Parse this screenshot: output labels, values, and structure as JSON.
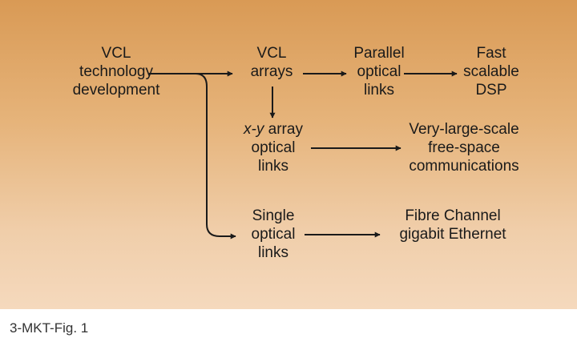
{
  "diagram": {
    "nodes": {
      "vcl_tech": [
        "VCL",
        "technology",
        "development"
      ],
      "vcl_arrays": [
        "VCL",
        "arrays"
      ],
      "parallel_links": [
        "Parallel",
        "optical",
        "links"
      ],
      "fast_dsp": [
        "Fast",
        "scalable",
        "DSP"
      ],
      "xy_array": {
        "variable": "x-y",
        "line1_rest": " array",
        "line2": "optical",
        "line3": "links"
      },
      "free_space": [
        "Very-large-scale",
        "free-space",
        "communications"
      ],
      "single_links": [
        "Single",
        "optical",
        "links"
      ],
      "fibre_channel": [
        "Fibre Channel",
        "gigabit Ethernet"
      ]
    },
    "edges": [
      {
        "from": "vcl_tech",
        "to": "vcl_arrays"
      },
      {
        "from": "vcl_tech",
        "to": "single_links"
      },
      {
        "from": "vcl_arrays",
        "to": "parallel_links"
      },
      {
        "from": "parallel_links",
        "to": "fast_dsp"
      },
      {
        "from": "vcl_arrays",
        "to": "xy_array"
      },
      {
        "from": "xy_array",
        "to": "free_space"
      },
      {
        "from": "single_links",
        "to": "fibre_channel"
      }
    ],
    "colors": {
      "panel_top": "#d99a55",
      "panel_bottom": "#f5d9bd",
      "line": "#1a1a1a"
    }
  },
  "caption": "3-MKT-Fig. 1"
}
